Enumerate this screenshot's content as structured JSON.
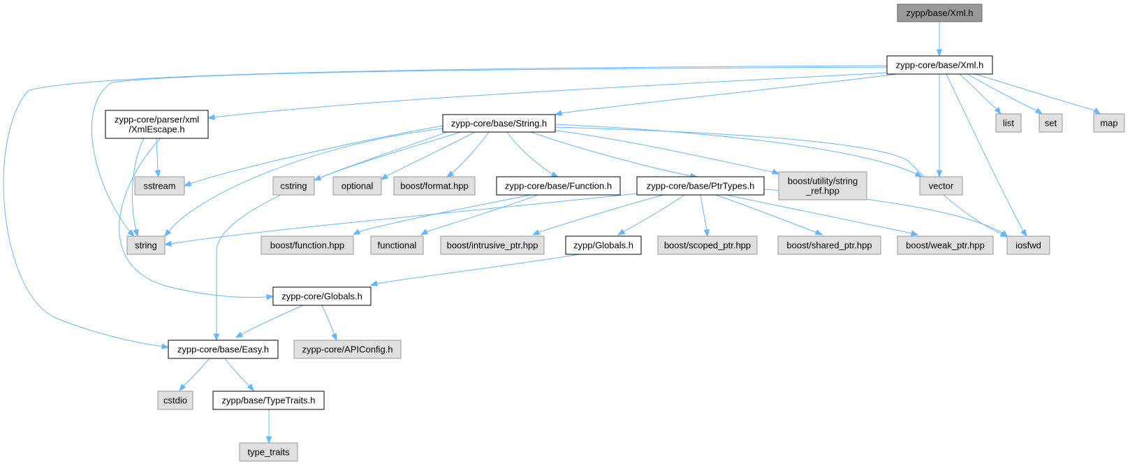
{
  "colors": {
    "edge": "#63b8ff",
    "root_fill": "#999999",
    "root_stroke": "#666666",
    "documented_fill": "#ffffff",
    "documented_stroke": "#000000",
    "external_fill": "#e0e0e0",
    "external_stroke": "#999999"
  },
  "nodes": [
    {
      "id": "zypp_xml",
      "lines": [
        "zypp/base/Xml.h"
      ],
      "kind": "root"
    },
    {
      "id": "core_xml",
      "lines": [
        "zypp-core/base/Xml.h"
      ],
      "kind": "documented"
    },
    {
      "id": "xmlescape",
      "lines": [
        "zypp-core/parser/xml",
        "/XmlEscape.h"
      ],
      "kind": "documented"
    },
    {
      "id": "string_h",
      "lines": [
        "zypp-core/base/String.h"
      ],
      "kind": "documented"
    },
    {
      "id": "list",
      "lines": [
        "list"
      ],
      "kind": "external"
    },
    {
      "id": "set",
      "lines": [
        "set"
      ],
      "kind": "external"
    },
    {
      "id": "map",
      "lines": [
        "map"
      ],
      "kind": "external"
    },
    {
      "id": "sstream",
      "lines": [
        "sstream"
      ],
      "kind": "external"
    },
    {
      "id": "cstring",
      "lines": [
        "cstring"
      ],
      "kind": "external"
    },
    {
      "id": "optional",
      "lines": [
        "optional"
      ],
      "kind": "external"
    },
    {
      "id": "boost_format",
      "lines": [
        "boost/format.hpp"
      ],
      "kind": "external"
    },
    {
      "id": "function_h",
      "lines": [
        "zypp-core/base/Function.h"
      ],
      "kind": "documented"
    },
    {
      "id": "ptrtypes_h",
      "lines": [
        "zypp-core/base/PtrTypes.h"
      ],
      "kind": "documented"
    },
    {
      "id": "string_ref",
      "lines": [
        "boost/utility/string",
        "_ref.hpp"
      ],
      "kind": "external"
    },
    {
      "id": "vector",
      "lines": [
        "vector"
      ],
      "kind": "external"
    },
    {
      "id": "string",
      "lines": [
        "string"
      ],
      "kind": "external"
    },
    {
      "id": "boost_function",
      "lines": [
        "boost/function.hpp"
      ],
      "kind": "external"
    },
    {
      "id": "functional",
      "lines": [
        "functional"
      ],
      "kind": "external"
    },
    {
      "id": "intrusive_ptr",
      "lines": [
        "boost/intrusive_ptr.hpp"
      ],
      "kind": "external"
    },
    {
      "id": "zypp_globals",
      "lines": [
        "zypp/Globals.h"
      ],
      "kind": "documented"
    },
    {
      "id": "scoped_ptr",
      "lines": [
        "boost/scoped_ptr.hpp"
      ],
      "kind": "external"
    },
    {
      "id": "shared_ptr",
      "lines": [
        "boost/shared_ptr.hpp"
      ],
      "kind": "external"
    },
    {
      "id": "weak_ptr",
      "lines": [
        "boost/weak_ptr.hpp"
      ],
      "kind": "external"
    },
    {
      "id": "iosfwd",
      "lines": [
        "iosfwd"
      ],
      "kind": "external"
    },
    {
      "id": "core_globals",
      "lines": [
        "zypp-core/Globals.h"
      ],
      "kind": "documented"
    },
    {
      "id": "easy_h",
      "lines": [
        "zypp-core/base/Easy.h"
      ],
      "kind": "documented"
    },
    {
      "id": "apiconfig",
      "lines": [
        "zypp-core/APIConfig.h"
      ],
      "kind": "external"
    },
    {
      "id": "cstdio",
      "lines": [
        "cstdio"
      ],
      "kind": "external"
    },
    {
      "id": "typetraits_h",
      "lines": [
        "zypp/base/TypeTraits.h"
      ],
      "kind": "documented"
    },
    {
      "id": "type_traits",
      "lines": [
        "type_traits"
      ],
      "kind": "external"
    }
  ],
  "edges": [
    {
      "from": "zypp_xml",
      "to": "core_xml"
    },
    {
      "from": "core_xml",
      "to": "xmlescape"
    },
    {
      "from": "core_xml",
      "to": "string_h"
    },
    {
      "from": "core_xml",
      "to": "list"
    },
    {
      "from": "core_xml",
      "to": "set"
    },
    {
      "from": "core_xml",
      "to": "map"
    },
    {
      "from": "core_xml",
      "to": "vector"
    },
    {
      "from": "core_xml",
      "to": "iosfwd"
    },
    {
      "from": "core_xml",
      "to": "string"
    },
    {
      "from": "core_xml",
      "to": "easy_h"
    },
    {
      "from": "xmlescape",
      "to": "sstream"
    },
    {
      "from": "xmlescape",
      "to": "string"
    },
    {
      "from": "xmlescape",
      "to": "core_globals"
    },
    {
      "from": "string_h",
      "to": "sstream"
    },
    {
      "from": "string_h",
      "to": "cstring"
    },
    {
      "from": "string_h",
      "to": "optional"
    },
    {
      "from": "string_h",
      "to": "boost_format"
    },
    {
      "from": "string_h",
      "to": "function_h"
    },
    {
      "from": "string_h",
      "to": "ptrtypes_h"
    },
    {
      "from": "string_h",
      "to": "string_ref"
    },
    {
      "from": "string_h",
      "to": "vector"
    },
    {
      "from": "string_h",
      "to": "iosfwd"
    },
    {
      "from": "string_h",
      "to": "string"
    },
    {
      "from": "string_h",
      "to": "easy_h"
    },
    {
      "from": "function_h",
      "to": "boost_function"
    },
    {
      "from": "function_h",
      "to": "functional"
    },
    {
      "from": "ptrtypes_h",
      "to": "string"
    },
    {
      "from": "ptrtypes_h",
      "to": "intrusive_ptr"
    },
    {
      "from": "ptrtypes_h",
      "to": "zypp_globals"
    },
    {
      "from": "ptrtypes_h",
      "to": "scoped_ptr"
    },
    {
      "from": "ptrtypes_h",
      "to": "shared_ptr"
    },
    {
      "from": "ptrtypes_h",
      "to": "weak_ptr"
    },
    {
      "from": "ptrtypes_h",
      "to": "iosfwd"
    },
    {
      "from": "zypp_globals",
      "to": "core_globals"
    },
    {
      "from": "core_globals",
      "to": "easy_h"
    },
    {
      "from": "core_globals",
      "to": "apiconfig"
    },
    {
      "from": "easy_h",
      "to": "cstdio"
    },
    {
      "from": "easy_h",
      "to": "typetraits_h"
    },
    {
      "from": "typetraits_h",
      "to": "type_traits"
    }
  ]
}
